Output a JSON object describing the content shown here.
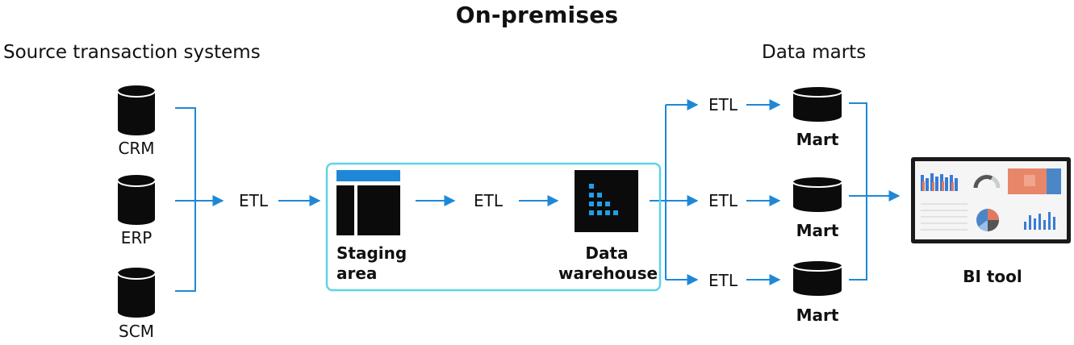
{
  "diagram": {
    "title": "On-premises",
    "source_heading": "Source transaction systems",
    "marts_heading": "Data marts",
    "sources": [
      {
        "label": "CRM"
      },
      {
        "label": "ERP"
      },
      {
        "label": "SCM"
      }
    ],
    "etl_label": "ETL",
    "staging_label_line1": "Staging",
    "staging_label_line2": "area",
    "warehouse_label_line1": "Data",
    "warehouse_label_line2": "warehouse",
    "marts": [
      {
        "label": "Mart"
      },
      {
        "label": "Mart"
      },
      {
        "label": "Mart"
      }
    ],
    "bi_tool_label": "BI tool",
    "colors": {
      "arrow": "#1e88d6",
      "onprem_border": "#5fd3e6",
      "staging_header": "#1e88d6",
      "warehouse_dots": "#1ea0e6",
      "dark": "#0b0b0b"
    }
  }
}
